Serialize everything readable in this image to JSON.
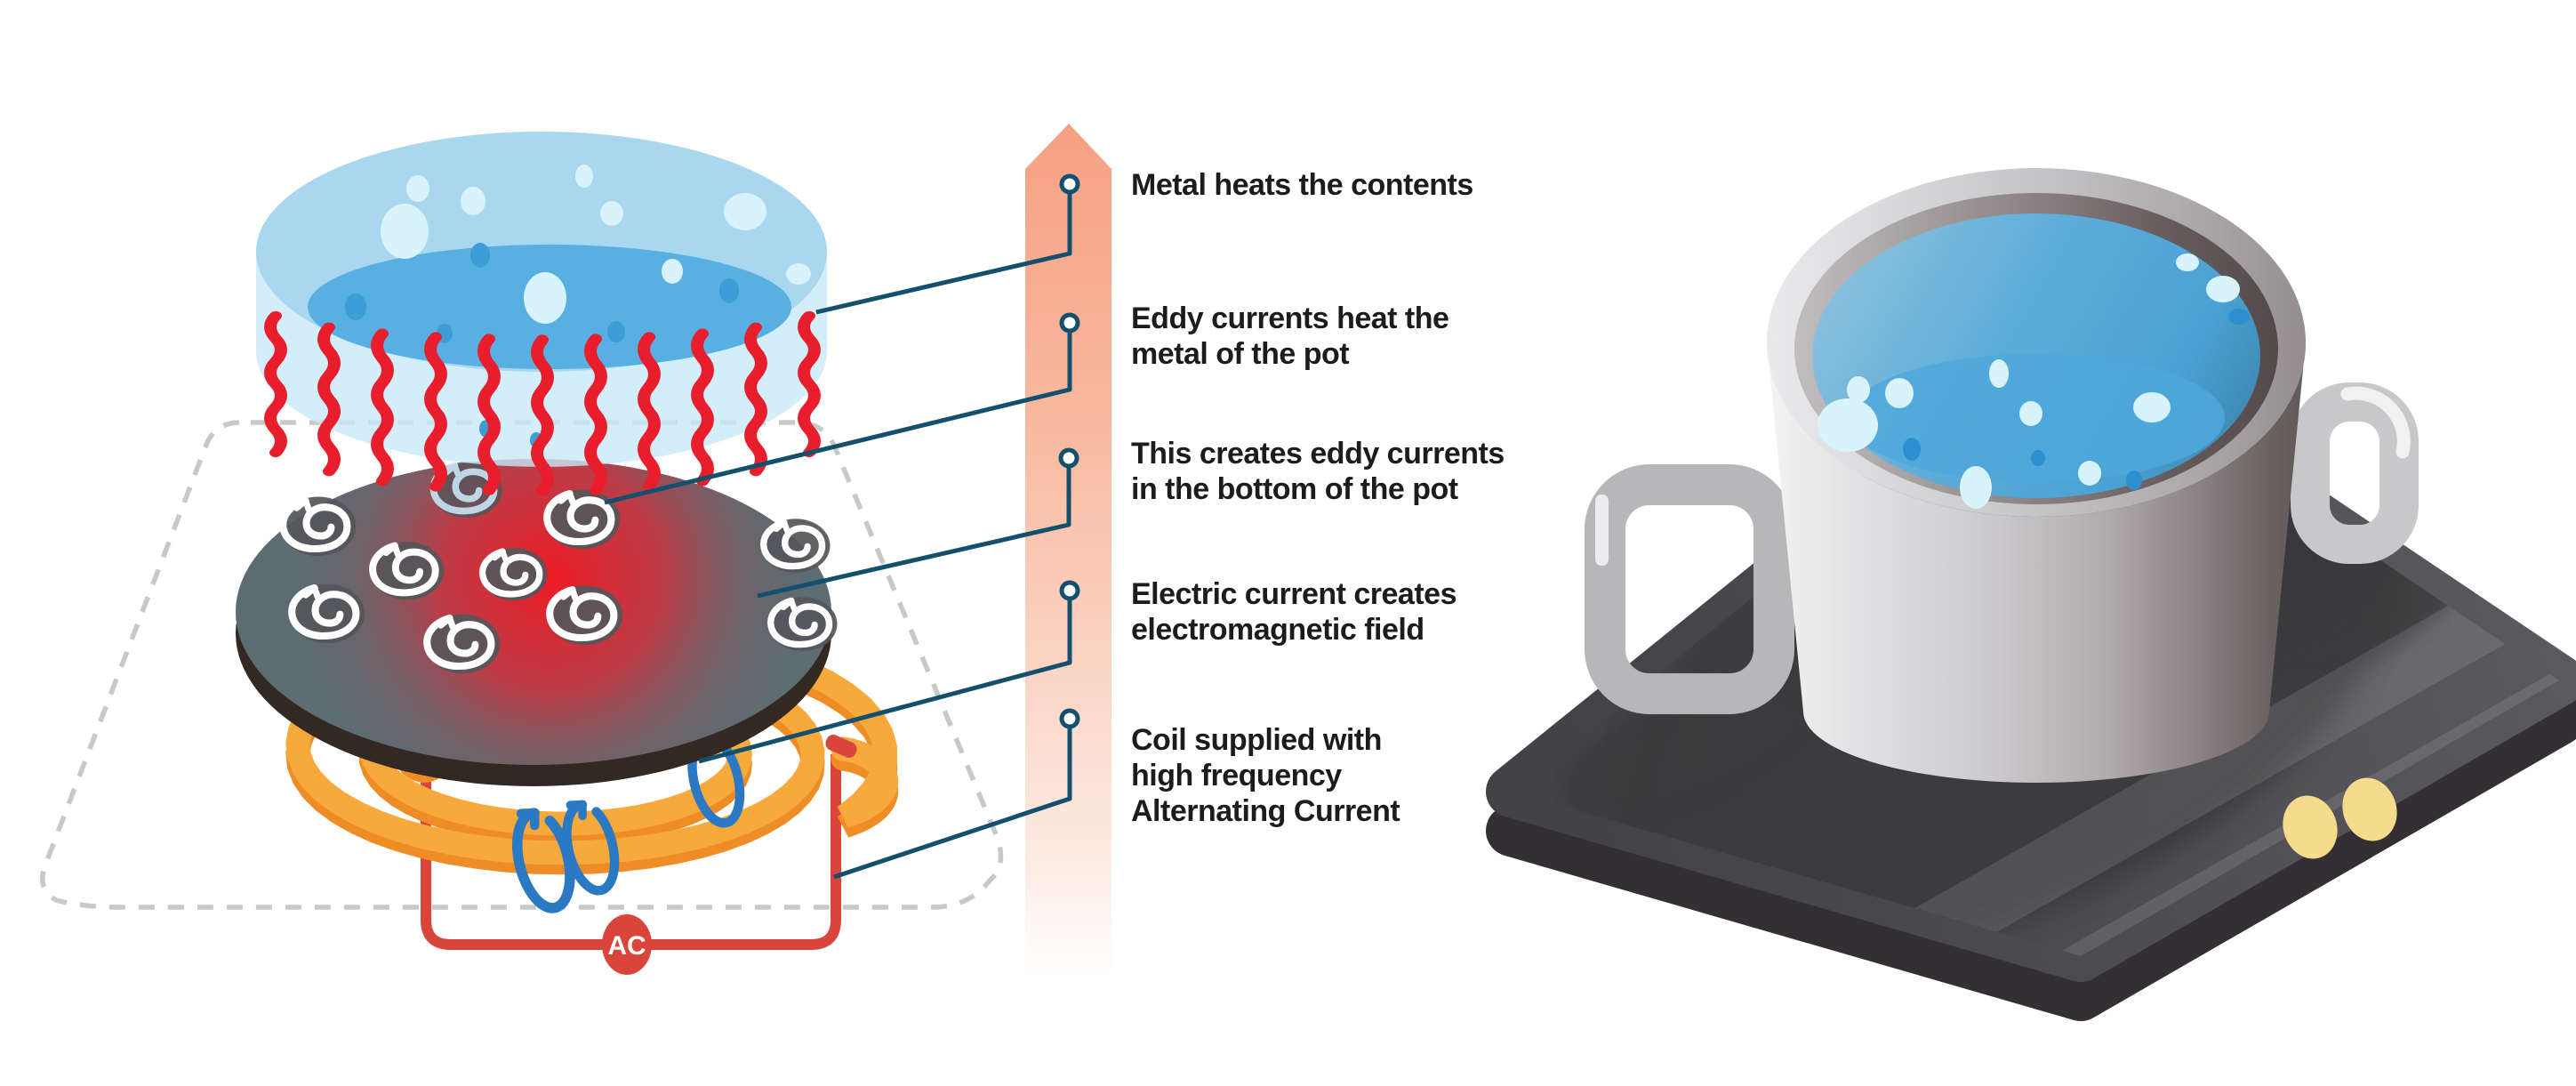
{
  "steps": [
    {
      "name": "metal-heats-contents",
      "l1": "Metal heats the contents"
    },
    {
      "name": "eddy-currents-heat-metal",
      "l1": "Eddy currents heat the",
      "l2": "metal of the pot"
    },
    {
      "name": "creates-eddy-currents",
      "l1": "This creates eddy currents",
      "l2": "in the bottom of the pot"
    },
    {
      "name": "current-creates-field",
      "l1": "Electric current creates",
      "l2": "electromagnetic field"
    },
    {
      "name": "coil-supplied-ac",
      "l1": "Coil supplied with",
      "l2": "high frequency",
      "l3": "Alternating Current"
    }
  ],
  "ac_badge": {
    "label": "AC"
  },
  "icons": {
    "heat-flow-arrow": "upward gradient arrow band",
    "eddy-swirl": "white spiral arrow",
    "field-loop": "blue magnetic loop arrow",
    "heat-wave": "red wavy heat line"
  },
  "colors": {
    "heat_red": "#e81e2c",
    "water_light": "#a6d5ee",
    "water_dark": "#57afe2",
    "disc_slate": "#5c6c70",
    "disc_glow_red": "#ee1b24",
    "coil_orange": "#f8a93c",
    "coil_shadow": "#ee8d26",
    "circuit_red": "#d9453a",
    "connector_teal": "#14506e",
    "arrow_peach": "#f6a083",
    "label_text": "#1e1b1c",
    "cooktop_dark": "#4c4b4e",
    "button_yellow": "#f6db8c",
    "pot_metal": "#c6c4c7"
  }
}
